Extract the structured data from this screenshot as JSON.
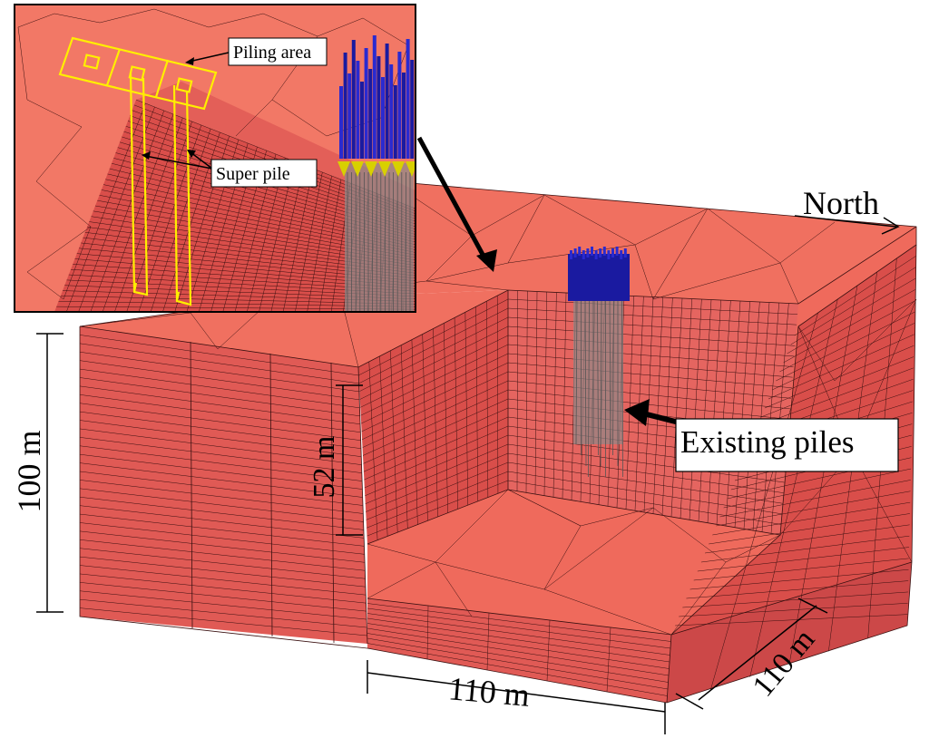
{
  "labels": {
    "north": "North",
    "existing_piles": "Existing piles",
    "piling_area": "Piling area",
    "super_pile": "Super pile",
    "depth_total": "100 m",
    "depth_excavation": "52 m",
    "width_front": "110 m",
    "width_side": "110 m"
  },
  "colors": {
    "soil_top": "#f07060",
    "soil_side": "#e05555",
    "soil_dark": "#c04040",
    "mesh_line": "#3a1010",
    "pile_blue": "#1a1aa0",
    "pile_gray": "#8a8a8a",
    "highlight_yellow": "#ffee00",
    "cap_yellow": "#d8d000"
  }
}
